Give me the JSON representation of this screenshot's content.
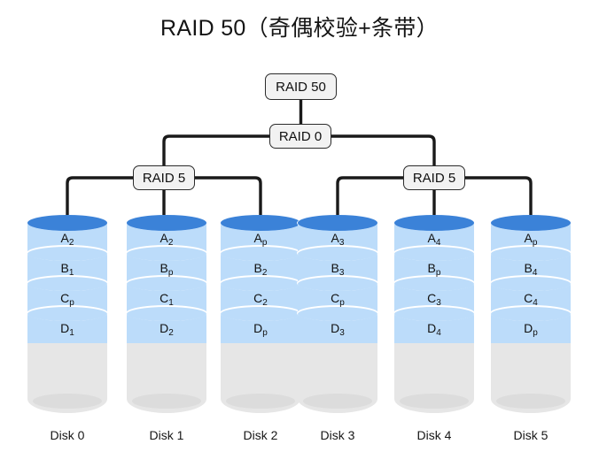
{
  "title": "RAID 50（奇偶校验+条带）",
  "tree": {
    "root": {
      "label": "RAID 50"
    },
    "stripe": {
      "label": "RAID 0"
    },
    "groups": [
      {
        "label": "RAID 5"
      },
      {
        "label": "RAID 5"
      }
    ]
  },
  "colors": {
    "background": "#ffffff",
    "node_fill": "#f2f2f2",
    "node_border": "#2b2b2b",
    "connector": "#1a1a1a",
    "disk_top": "#3b82d8",
    "disk_band": "#bcdcfa",
    "disk_empty": "#e6e6e6",
    "text": "#111111"
  },
  "disks": [
    {
      "caption": "Disk 0",
      "group": 0,
      "blocks": [
        {
          "base": "A",
          "sub": "2",
          "is_parity": false
        },
        {
          "base": "B",
          "sub": "1",
          "is_parity": false
        },
        {
          "base": "C",
          "sub": "p",
          "is_parity": true
        },
        {
          "base": "D",
          "sub": "1",
          "is_parity": false
        }
      ]
    },
    {
      "caption": "Disk 1",
      "group": 0,
      "blocks": [
        {
          "base": "A",
          "sub": "2",
          "is_parity": false
        },
        {
          "base": "B",
          "sub": "p",
          "is_parity": true
        },
        {
          "base": "C",
          "sub": "1",
          "is_parity": false
        },
        {
          "base": "D",
          "sub": "2",
          "is_parity": false
        }
      ]
    },
    {
      "caption": "Disk 2",
      "group": 0,
      "blocks": [
        {
          "base": "A",
          "sub": "p",
          "is_parity": true
        },
        {
          "base": "B",
          "sub": "2",
          "is_parity": false
        },
        {
          "base": "C",
          "sub": "2",
          "is_parity": false
        },
        {
          "base": "D",
          "sub": "p",
          "is_parity": true
        }
      ]
    },
    {
      "caption": "Disk 3",
      "group": 1,
      "blocks": [
        {
          "base": "A",
          "sub": "3",
          "is_parity": false
        },
        {
          "base": "B",
          "sub": "3",
          "is_parity": false
        },
        {
          "base": "C",
          "sub": "p",
          "is_parity": true
        },
        {
          "base": "D",
          "sub": "3",
          "is_parity": false
        }
      ]
    },
    {
      "caption": "Disk 4",
      "group": 1,
      "blocks": [
        {
          "base": "A",
          "sub": "4",
          "is_parity": false
        },
        {
          "base": "B",
          "sub": "p",
          "is_parity": true
        },
        {
          "base": "C",
          "sub": "3",
          "is_parity": false
        },
        {
          "base": "D",
          "sub": "4",
          "is_parity": false
        }
      ]
    },
    {
      "caption": "Disk 5",
      "group": 1,
      "blocks": [
        {
          "base": "A",
          "sub": "p",
          "is_parity": true
        },
        {
          "base": "B",
          "sub": "4",
          "is_parity": false
        },
        {
          "base": "C",
          "sub": "4",
          "is_parity": false
        },
        {
          "base": "D",
          "sub": "p",
          "is_parity": true
        }
      ]
    }
  ]
}
